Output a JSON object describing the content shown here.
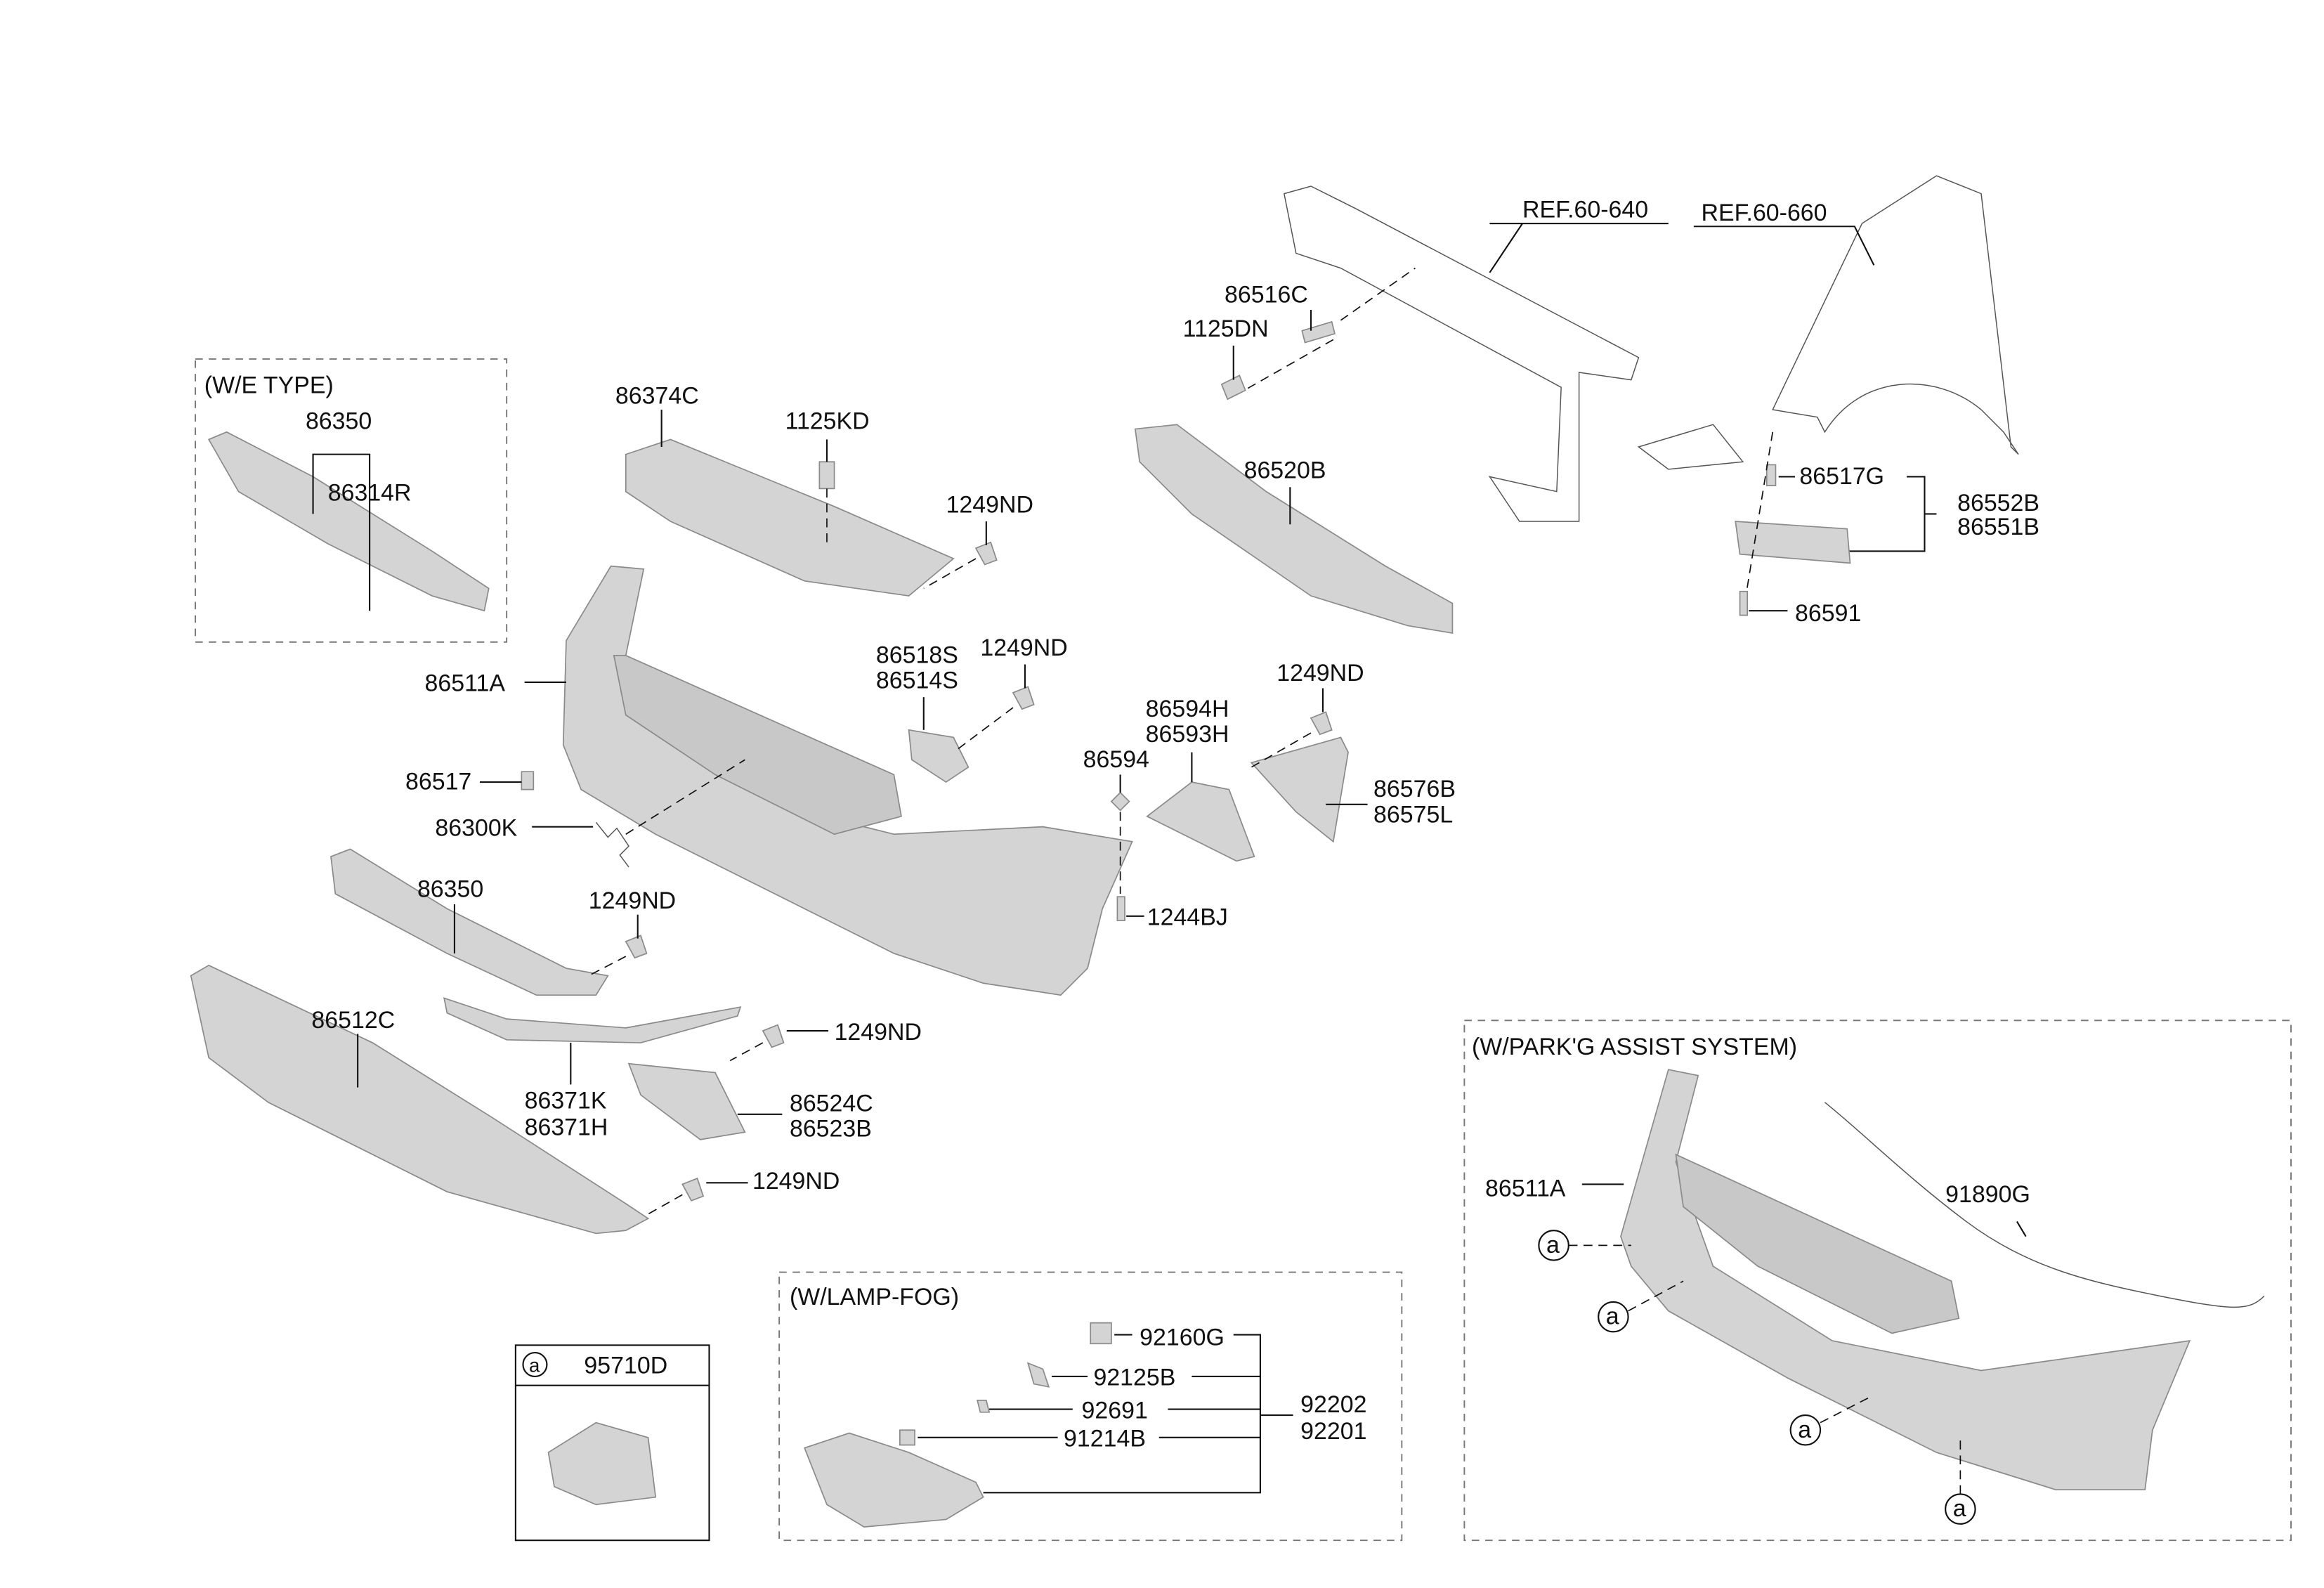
{
  "groups": {
    "we_type": "(W/E TYPE)",
    "lamp_fog": "(W/LAMP-FOG)",
    "park_assist": "(W/PARK'G ASSIST SYSTEM)"
  },
  "refs": {
    "ref1": "REF.60-640",
    "ref2": "REF.60-660"
  },
  "labels": {
    "p86350a": "86350",
    "p86314R": "86314R",
    "p86374C": "86374C",
    "p1125KD": "1125KD",
    "p1249ND_1": "1249ND",
    "p86511A": "86511A",
    "p86518S": "86518S",
    "p86514S": "86514S",
    "p1249ND_2": "1249ND",
    "p86517": "86517",
    "p86300K": "86300K",
    "p86350b": "86350",
    "p1249ND_3": "1249ND",
    "p86512C": "86512C",
    "p1249ND_4": "1249ND",
    "p86371K": "86371K",
    "p86371H": "86371H",
    "p86524C": "86524C",
    "p86523B": "86523B",
    "p1249ND_5": "1249ND",
    "p86520B": "86520B",
    "p86516C": "86516C",
    "p1125DN": "1125DN",
    "p86517G": "86517G",
    "p86552B": "86552B",
    "p86551B": "86551B",
    "p86591": "86591",
    "p86594H": "86594H",
    "p86593H": "86593H",
    "p1249ND_6": "1249ND",
    "p86594": "86594",
    "p86576B": "86576B",
    "p86575L": "86575L",
    "p1244BJ": "1244BJ",
    "p86511A_b": "86511A",
    "p91890G": "91890G",
    "p92160G": "92160G",
    "p92125B": "92125B",
    "p92691": "92691",
    "p91214B": "91214B",
    "p92202": "92202",
    "p92201": "92201"
  },
  "sensor_box": {
    "marker": "a",
    "part": "95710D"
  },
  "marker": "a"
}
